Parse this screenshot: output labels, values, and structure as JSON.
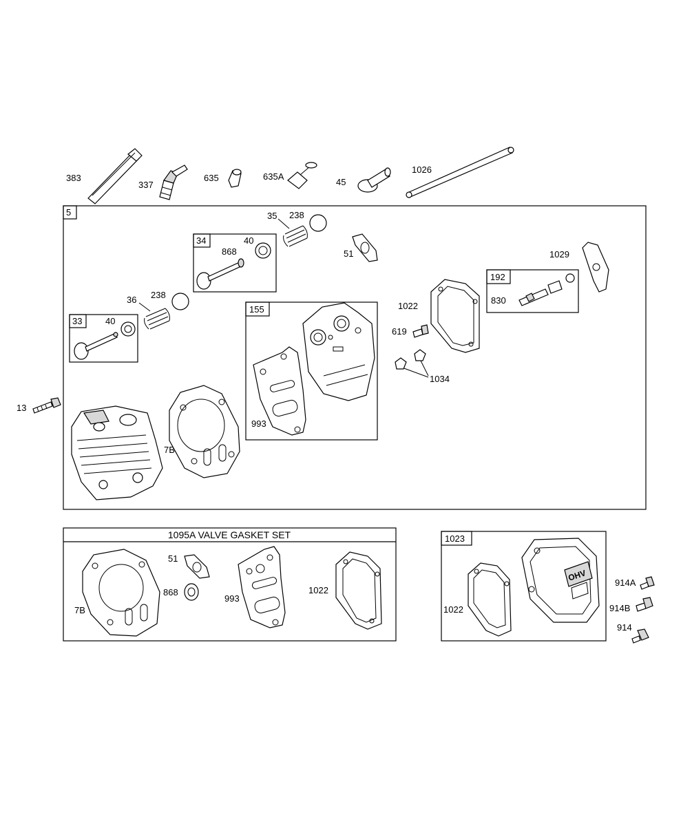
{
  "top_parts": {
    "p383": "383",
    "p337": "337",
    "p635": "635",
    "p635a": "635A",
    "p45": "45",
    "p1026": "1026"
  },
  "assembly5": {
    "id": "5",
    "p13": "13",
    "p7b": "7B",
    "p33": "33",
    "p33_40": "40",
    "p36": "36",
    "p36_238": "238",
    "p34": "34",
    "p34_868": "868",
    "p34_40": "40",
    "p35": "35",
    "p35_238": "238",
    "p51": "51",
    "p155": "155",
    "p993": "993",
    "p1022": "1022",
    "p619": "619",
    "p1034": "1034",
    "p192": "192",
    "p830": "830",
    "p1029": "1029"
  },
  "gasket_set": {
    "title": "1095A VALVE GASKET SET",
    "p7b": "7B",
    "p51": "51",
    "p868": "868",
    "p993": "993",
    "p1022": "1022"
  },
  "cover_set": {
    "id": "1023",
    "p1022": "1022",
    "logo_text": "OHV",
    "p914a": "914A",
    "p914b": "914B",
    "p914": "914"
  }
}
